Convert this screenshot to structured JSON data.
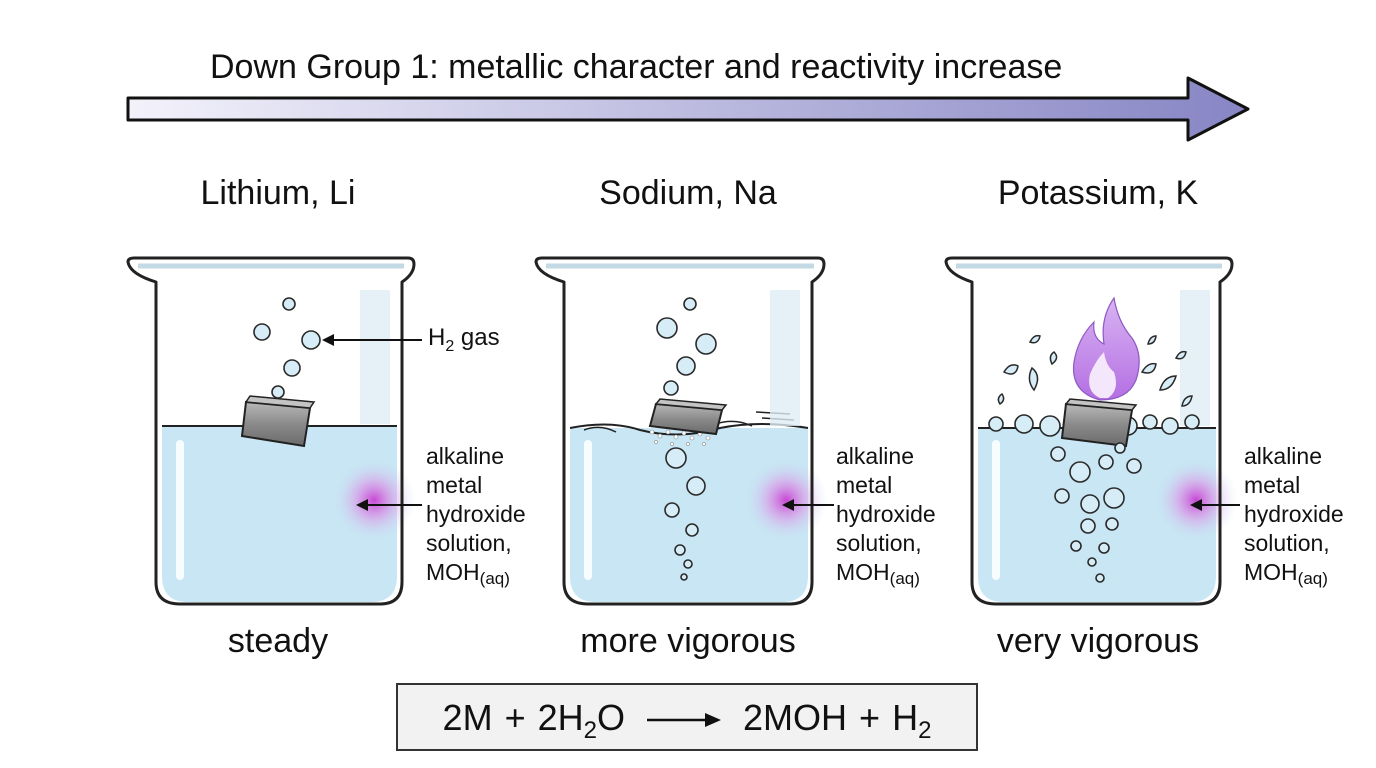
{
  "banner": {
    "text": "Down Group 1: metallic character and reactivity increase"
  },
  "metals": [
    {
      "name": "Lithium, Li",
      "rate": "steady"
    },
    {
      "name": "Sodium, Na",
      "rate": "more vigorous"
    },
    {
      "name": "Potassium, K",
      "rate": "very vigorous"
    }
  ],
  "gas_label": {
    "main": "H",
    "sub": "2",
    "rest": " gas"
  },
  "solution_label": {
    "line1": "alkaline",
    "line2": "metal",
    "line3": "hydroxide",
    "line4": "solution,",
    "formula": "MOH",
    "state": "(aq)"
  },
  "equation": {
    "reactant1": "2M",
    "plus1": "+",
    "reactant2_main": "2H",
    "reactant2_sub": "2",
    "reactant2_end": "O",
    "product1": "2MOH",
    "plus2": "+",
    "product2_main": "H",
    "product2_sub": "2"
  },
  "colors": {
    "arrow_start": "#f1f0fa",
    "arrow_end": "#8a88c6",
    "water": "#c8e6f4",
    "glass": "#e8f3f8",
    "glow": "#d060d8",
    "flame": "#c58ae8",
    "metal": "#8a8a8a"
  }
}
